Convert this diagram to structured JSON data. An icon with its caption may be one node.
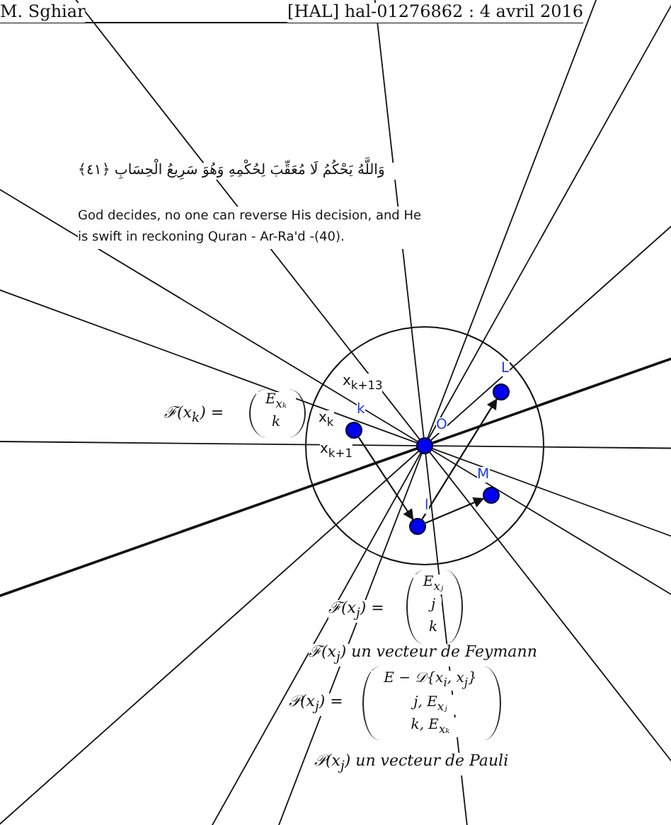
{
  "diagram": {
    "nodes": [
      {
        "text": [
          "O"
        ]
      },
      {
        "text": [
          "k"
        ]
      },
      {
        "text": [
          "L"
        ]
      },
      {
        "text": [
          "M"
        ]
      },
      {
        "text": [
          "l"
        ]
      }
    ],
    "edges": [
      {
        "from": 1,
        "to": 4,
        "arrow": "to"
      },
      {
        "from": 4,
        "to": 2,
        "arrow": "to"
      },
      {
        "from": 4,
        "to": 3,
        "arrow": "to"
      }
    ],
    "labels": [
      "M. Sghiar",
      "[HAL] hal-01276862 : 4 avril 2016",
      "وَاللَّهُ يَحْكُمُ لَا مُعَقِّبَ لِحُكْمِهِ وَهُوَ سَرِيعُ الْحِسَابِ ﴿٤١﴾",
      "God decides, no one can reverse His decision, and He is swift in reckoning Quran - Ar-Ra'd -(40).",
      "x$_{k+13}$",
      "x$_{k}$",
      "x$_{k+1}$",
      "ℱ(x$_{k}$) =",
      "E$_{xₖ}$",
      "k",
      "ℱ(x$_{j}$) =",
      "E$_{xⱼ}$",
      "j",
      "k",
      "ℱ(x$_{j}$) un vecteur de Feymann",
      "𝒫(x$_{j}$) =",
      "E − 𝒟{x$_{i}$, x$_{j}$}",
      "j, E$_{xⱼ}$",
      "k, E$_{xₖ}$",
      "𝒫(x$_{j}$) un vecteur de Pauli"
    ]
  }
}
